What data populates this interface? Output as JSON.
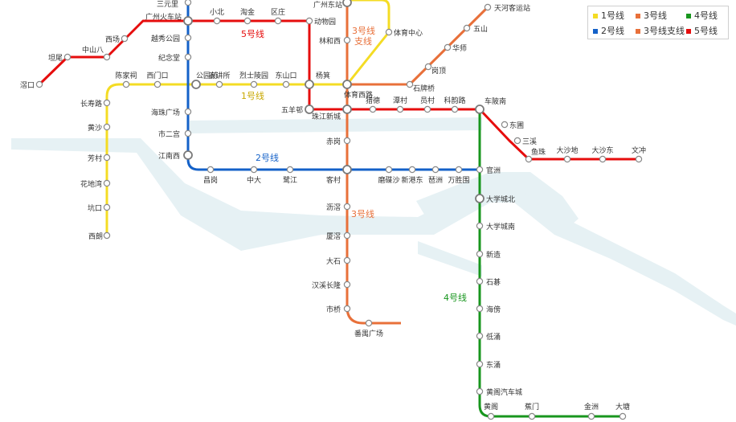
{
  "lines": [
    {
      "id": "l1",
      "label": "1号线",
      "color": "#f4dc24"
    },
    {
      "id": "l2",
      "label": "2号线",
      "color": "#1461c8"
    },
    {
      "id": "l3",
      "label": "3号线",
      "color": "#e8703a"
    },
    {
      "id": "l3b",
      "label": "3号线支线",
      "color": "#e8703a"
    },
    {
      "id": "l4",
      "label": "4号线",
      "color": "#18961e"
    },
    {
      "id": "l5",
      "label": "5号线",
      "color": "#e60d0d"
    }
  ],
  "line_labels": {
    "l1": "1号线",
    "l2": "2号线",
    "l3": "3号线",
    "l3b": "3号线支线",
    "l4": "4号线",
    "l5": "5号线"
  },
  "stations": [
    "三元里",
    "广州火车站",
    "越秀公园",
    "纪念堂",
    "公园前",
    "海珠广场",
    "市二宫",
    "江南西",
    "昌岗",
    "中大",
    "鹭江",
    "客村",
    "西朗",
    "坑口",
    "花地湾",
    "芳村",
    "黄沙",
    "长寿路",
    "陈家祠",
    "西门口",
    "农讲所",
    "烈士陵园",
    "东山口",
    "杨箕",
    "体育西路",
    "体育中心",
    "滘口",
    "坦尾",
    "中山八",
    "西场",
    "小北",
    "淘金",
    "区庄",
    "动物园",
    "五羊邨",
    "珠江新城",
    "猎德",
    "潭村",
    "员村",
    "科韵路",
    "车陂南",
    "东圃",
    "三溪",
    "鱼珠",
    "大沙地",
    "大沙东",
    "文冲",
    "广州东站",
    "林和西",
    "石牌桥",
    "岗顶",
    "华师",
    "五山",
    "天河客运站",
    "赤岗",
    "磨碟沙",
    "新港东",
    "琶洲",
    "万胜围",
    "官洲",
    "大学城北",
    "大学城南",
    "新造",
    "石碁",
    "海傍",
    "低涌",
    "东涌",
    "黄阁汽车城",
    "黄阁",
    "蕉门",
    "金洲",
    "大塘",
    "沥滘",
    "厦滘",
    "大石",
    "汉溪长隆",
    "市桥",
    "番禺广场"
  ]
}
